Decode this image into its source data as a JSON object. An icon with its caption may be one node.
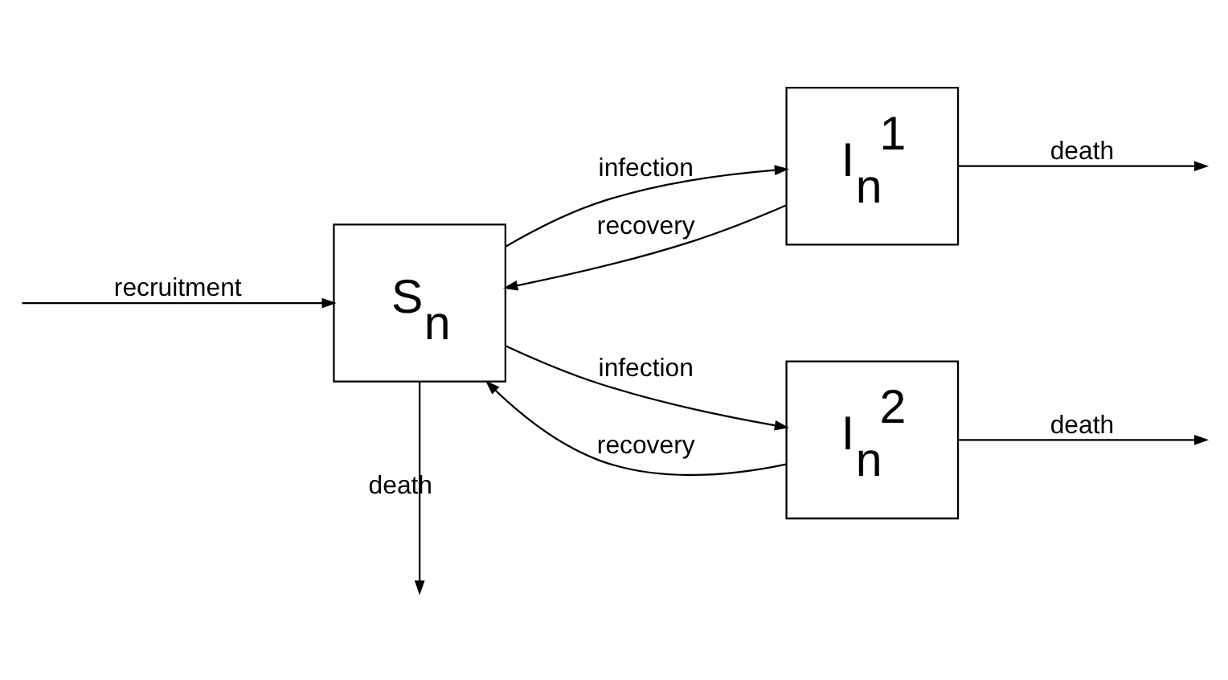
{
  "diagram": {
    "nodes": [
      {
        "text": [
          "S$_{n}$"
        ]
      },
      {
        "text": [
          "I$_{n}$$^{1}$"
        ]
      },
      {
        "text": [
          "I$_{n}$$^{2}$"
        ]
      }
    ],
    "edges": [
      {
        "from": null,
        "to": 0,
        "arrow": "to",
        "label": "recruitment"
      },
      {
        "from": 0,
        "to": 1,
        "arrow": "to",
        "label": "infection"
      },
      {
        "from": 0,
        "to": 2,
        "arrow": "to",
        "label": "infection"
      },
      {
        "from": 1,
        "to": 0,
        "arrow": "to",
        "label": "recovery"
      },
      {
        "from": 2,
        "to": 0,
        "arrow": "to",
        "label": "recovery"
      },
      {
        "from": 0,
        "to": null,
        "arrow": "to",
        "label": "death"
      },
      {
        "from": 1,
        "to": null,
        "arrow": "to",
        "label": "death"
      },
      {
        "from": 2,
        "to": null,
        "arrow": "to",
        "label": "death"
      }
    ]
  }
}
